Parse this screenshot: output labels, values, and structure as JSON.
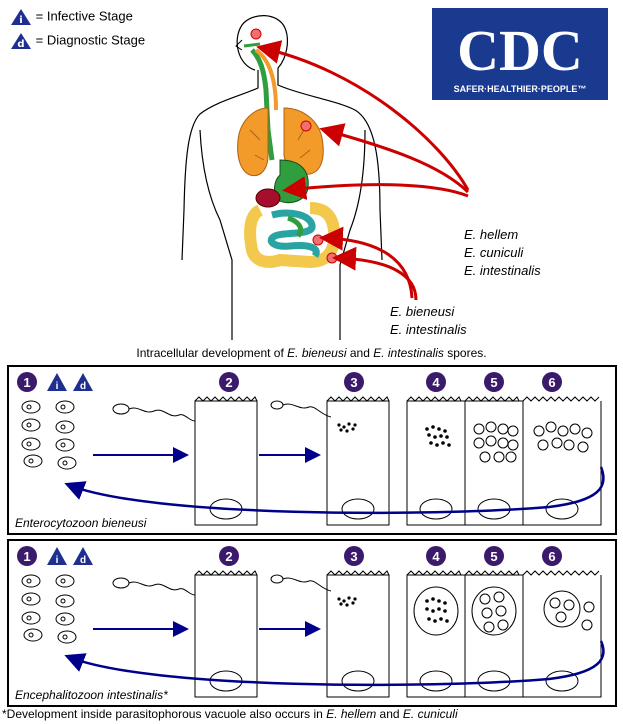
{
  "legend": {
    "infective_symbol": "i",
    "infective_label": "= Infective Stage",
    "diagnostic_symbol": "d",
    "diagnostic_label": "= Diagnostic Stage"
  },
  "logo": {
    "text": "CDC",
    "tagline": "SAFER·HEALTHIER·PEOPLE™"
  },
  "body_labels": {
    "group_a": [
      "E. hellem",
      "E. cuniculi",
      "E. intestinalis"
    ],
    "group_b": [
      "E. bieneusi",
      "E. intestinalis"
    ]
  },
  "caption": {
    "prefix": "Intracellular development of ",
    "sp1": "E. bieneusi",
    "mid": " and ",
    "sp2": "E. intestinalis",
    "suffix": " spores."
  },
  "panels": [
    {
      "title": "Enterocytozoon bieneusi",
      "steps": [
        "1",
        "2",
        "3",
        "4",
        "5",
        "6"
      ],
      "stage_i": "i",
      "stage_d": "d"
    },
    {
      "title": "Encephalitozoon intestinalis*",
      "steps": [
        "1",
        "2",
        "3",
        "4",
        "5",
        "6"
      ],
      "stage_i": "i",
      "stage_d": "d"
    }
  ],
  "footnote": {
    "prefix": "*Development inside parasitophorous vacuole also occurs in ",
    "sp1": "E. hellem",
    "mid": " and ",
    "sp2": "E. cuniculi"
  },
  "colors": {
    "badge": "#3b1a6b",
    "triangle": "#1f2f8f",
    "arrow_red": "#cc0000",
    "arrow_blue": "#00008b",
    "lung": "#f29b2b",
    "intestine_green": "#2e9e3e",
    "intestine_teal": "#2aa3a3",
    "colon": "#f2c94c",
    "liver": "#a50f2d"
  }
}
